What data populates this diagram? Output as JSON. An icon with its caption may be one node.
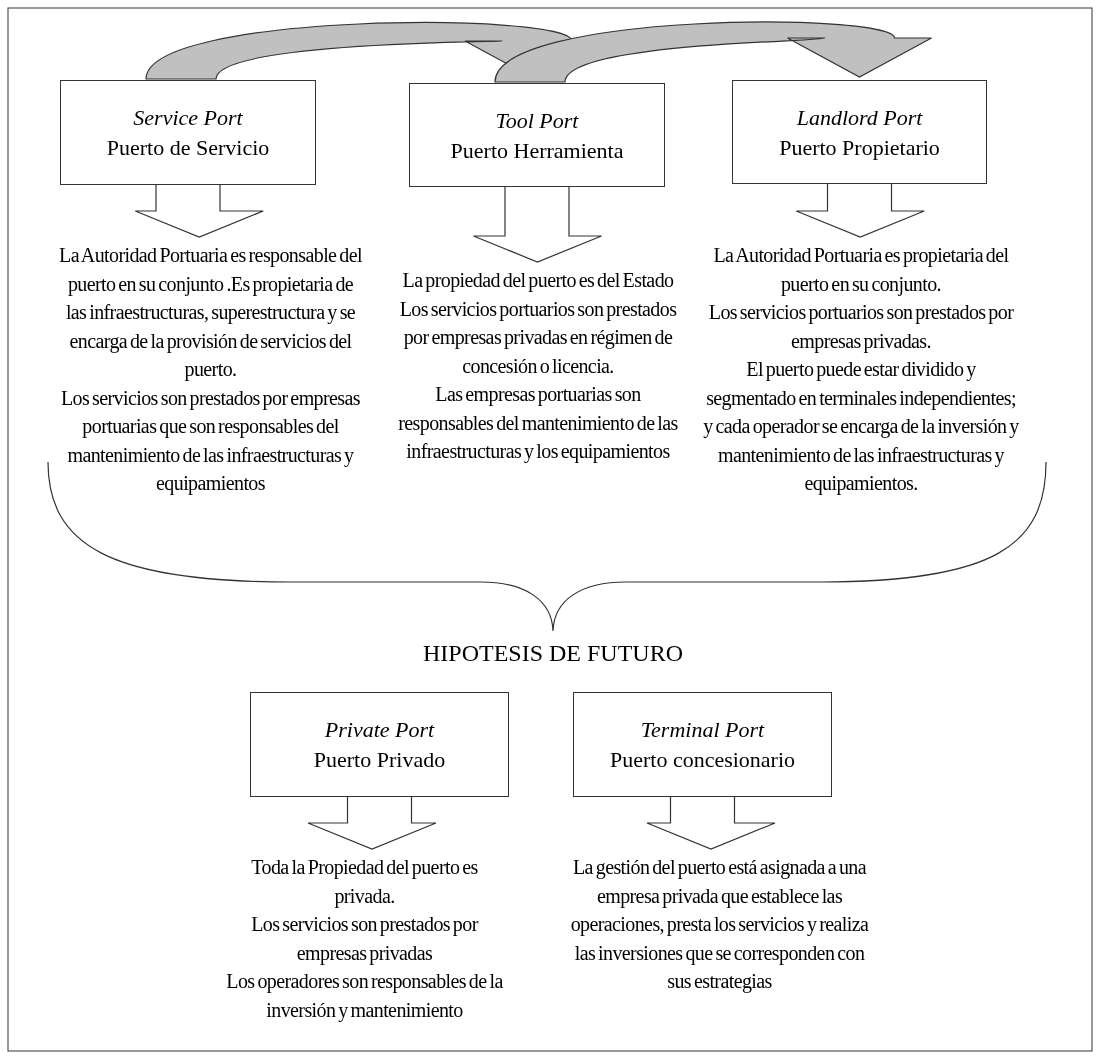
{
  "diagram": {
    "nodes": [
      {
        "text": [
          "Service Port",
          "Puerto de Servicio"
        ]
      },
      {
        "text": [
          "Tool Port",
          "Puerto Herramienta"
        ]
      },
      {
        "text": [
          "Landlord Port",
          "Puerto Propietario"
        ]
      },
      {
        "text": [
          "La Autoridad Portuaria es responsable del puerto en su conjunto .Es propietaria de las infraestructuras, superestructura y se encarga de la provisión de servicios del puerto.",
          "Los servicios son prestados por empresas portuarias que son responsables del mantenimiento de las infraestructuras y equipamientos"
        ]
      },
      {
        "text": [
          "La propiedad del puerto es del Estado",
          "Los servicios portuarios son prestados por empresas privadas en régimen de concesión o licencia.",
          "Las empresas portuarias son responsables del mantenimiento de las infraestructuras y los equipamientos"
        ]
      },
      {
        "text": [
          "La Autoridad Portuaria es propietaria del puerto en su conjunto.",
          "Los servicios portuarios son prestados por empresas privadas.",
          "El puerto puede estar dividido y segmentado en terminales independientes; y cada operador se encarga de la inversión y mantenimiento de las infraestructuras y equipamientos."
        ]
      },
      {
        "text": [
          "Private Port",
          "Puerto Privado"
        ]
      },
      {
        "text": [
          "Terminal Port",
          "Puerto concesionario"
        ]
      },
      {
        "text": [
          "Toda la Propiedad del puerto es privada.",
          "Los servicios son prestados por empresas privadas",
          "Los operadores son responsables de la inversión y mantenimiento"
        ]
      },
      {
        "text": [
          "La gestión del puerto está asignada a una empresa privada que establece las operaciones, presta los servicios y realiza las inversiones que se corresponden con sus estrategias"
        ]
      }
    ],
    "edges": [
      {
        "from": 0,
        "to": 1,
        "arrow": "to",
        "color": "#c0c0c0"
      },
      {
        "from": 1,
        "to": 2,
        "arrow": "to",
        "color": "#c0c0c0"
      },
      {
        "from": 0,
        "to": 3,
        "arrow": "to"
      },
      {
        "from": 1,
        "to": 4,
        "arrow": "to"
      },
      {
        "from": 2,
        "to": 5,
        "arrow": "to"
      },
      {
        "from": 6,
        "to": 8,
        "arrow": "to"
      },
      {
        "from": 7,
        "to": 9,
        "arrow": "to"
      }
    ],
    "labels": [
      "HIPOTESIS DE FUTURO"
    ]
  }
}
